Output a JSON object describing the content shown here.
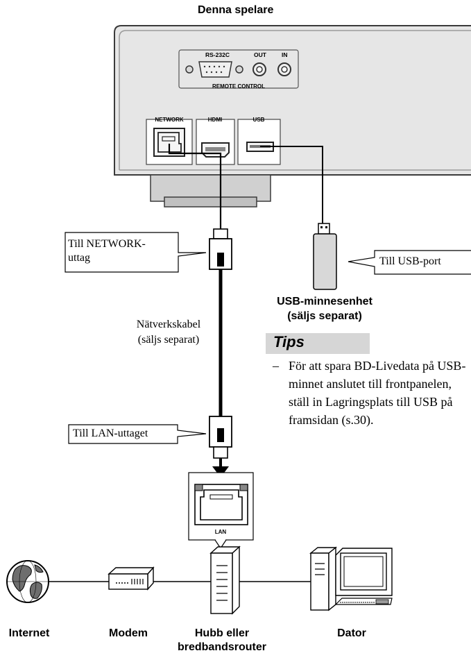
{
  "diagram": {
    "player_title": "Denna spelare",
    "rear_panel": {
      "rs232c": "RS-232C",
      "out": "OUT",
      "in": "IN",
      "remote_control": "REMOTE CONTROL",
      "network": "NETWORK",
      "hdmi": "HDMI",
      "usb": "USB"
    },
    "callouts": {
      "network_jack_line1": "Till NETWORK-",
      "network_jack_line2": "uttag",
      "usb_port": "Till USB-port",
      "lan_jack": "Till LAN-uttaget"
    },
    "cable_label_line1": "Nätverkskabel",
    "cable_label_line2": "(säljs separat)",
    "usb_device_line1": "USB-minnesenhet",
    "usb_device_line2": "(säljs separat)",
    "lan_port_label": "LAN",
    "tips": {
      "title": "Tips",
      "dash": "–",
      "text": "För att spara BD-Livedata på USB-minnet anslutet till frontpanelen, ställ in Lagringsplats till USB på framsidan (s.30)."
    },
    "devices": {
      "internet": "Internet",
      "modem": "Modem",
      "hub_line1": "Hubb eller",
      "hub_line2": "bredbandsrouter",
      "computer": "Dator"
    },
    "colors": {
      "panel_fill": "#e6e6e6",
      "panel_stroke": "#3a3a3a",
      "cable": "#000000",
      "tips_bar": "#d6d6d6"
    }
  }
}
